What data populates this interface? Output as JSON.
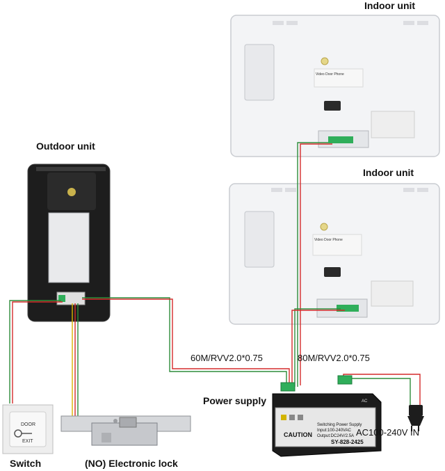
{
  "labels": {
    "indoor_unit_top": "Indoor unit",
    "indoor_unit_bottom": "Indoor unit",
    "outdoor_unit": "Outdoor unit",
    "power_supply": "Power supply",
    "cable_left": "60M/RVV2.0*0.75",
    "cable_right": "80M/RVV2.0*0.75",
    "ac_input": "AC100-240V IN",
    "switch": "Switch",
    "lock": "(NO) Electronic lock"
  },
  "device_text": {
    "indoor_brand": "Video Door Phone",
    "switch_door": "DOOR",
    "switch_exit": "EXIT",
    "psu_caution": "CAUTION",
    "psu_model": "SY-828-2425",
    "psu_title": "Switching Power Supply",
    "psu_input": "Input:100-240VAC",
    "psu_output": "Output:DC24V/2.5A",
    "psu_ac": "AC"
  },
  "colors": {
    "wire_red": "#d42a2a",
    "wire_green": "#2e8b3a",
    "wire_yellow": "#d9b300",
    "wire_black": "#222222",
    "terminal_green": "#2fae5a",
    "psu_body": "#1c1c1c",
    "unit_white": "#f2f3f5"
  }
}
